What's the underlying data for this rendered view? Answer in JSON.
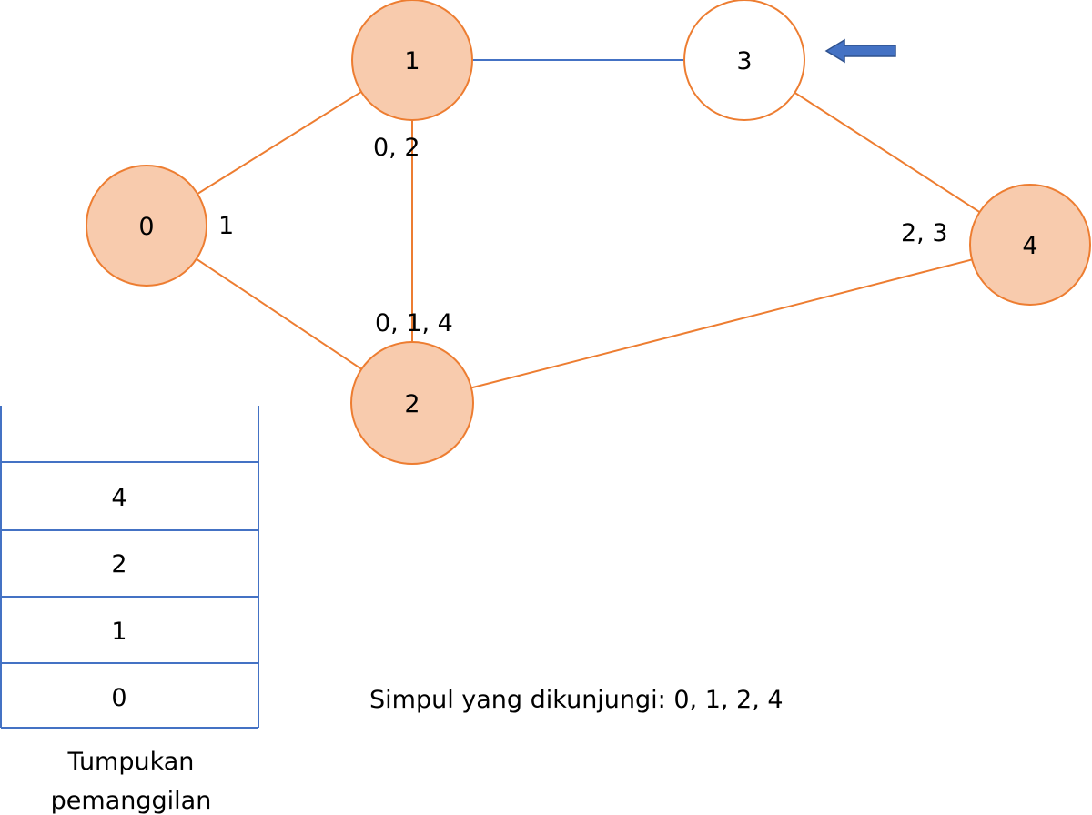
{
  "colors": {
    "visited_fill": "#f8cbad",
    "unvisited_fill": "#ffffff",
    "node_stroke": "#ed7d31",
    "edge_orange": "#ed7d31",
    "edge_blue": "#4472c4",
    "arrow_fill": "#4472c4",
    "stack_line": "#4472c4"
  },
  "graph": {
    "nodes": [
      {
        "id": "0",
        "label": "0",
        "visited": true
      },
      {
        "id": "1",
        "label": "1",
        "visited": true
      },
      {
        "id": "2",
        "label": "2",
        "visited": true
      },
      {
        "id": "3",
        "label": "3",
        "visited": false
      },
      {
        "id": "4",
        "label": "4",
        "visited": true
      }
    ],
    "edges": [
      {
        "from": "0",
        "to": "1",
        "color": "orange"
      },
      {
        "from": "0",
        "to": "2",
        "color": "orange"
      },
      {
        "from": "1",
        "to": "2",
        "color": "orange"
      },
      {
        "from": "1",
        "to": "3",
        "color": "blue"
      },
      {
        "from": "3",
        "to": "4",
        "color": "orange"
      },
      {
        "from": "2",
        "to": "4",
        "color": "orange"
      }
    ],
    "adjacency_labels": [
      {
        "node": "0",
        "text": "1"
      },
      {
        "node": "1",
        "text": "0, 2"
      },
      {
        "node": "2",
        "text": "0, 1, 4"
      },
      {
        "node": "4",
        "text": "2, 3"
      }
    ],
    "pointer_target": "3"
  },
  "call_stack": {
    "items": [
      "4",
      "2",
      "1",
      "0"
    ],
    "caption_line1": "Tumpukan",
    "caption_line2": "pemanggilan"
  },
  "visited_text": "Simpul yang dikunjungi: 0, 1, 2, 4"
}
